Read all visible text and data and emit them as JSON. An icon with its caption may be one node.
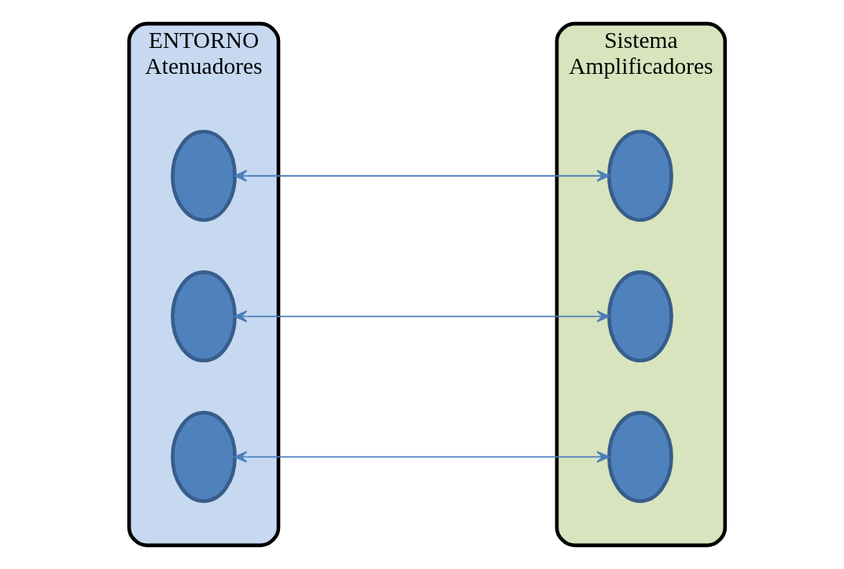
{
  "diagram": {
    "nodes": [
      {
        "text": [
          "ENTORNO",
          "Atenuadores"
        ]
      },
      {
        "text": [],
        "shape": "ellipse",
        "in": 0
      },
      {
        "text": [],
        "shape": "ellipse",
        "in": 0
      },
      {
        "text": [],
        "shape": "ellipse",
        "in": 0
      },
      {
        "text": [
          "Sistema",
          "Amplificadores"
        ]
      },
      {
        "text": [],
        "shape": "ellipse",
        "in": 4
      },
      {
        "text": [],
        "shape": "ellipse",
        "in": 4
      },
      {
        "text": [],
        "shape": "ellipse",
        "in": 4
      }
    ],
    "edges": [
      {
        "from": 1,
        "to": 5,
        "arrow": "both"
      },
      {
        "from": 2,
        "to": 6,
        "arrow": "both"
      },
      {
        "from": 3,
        "to": 7,
        "arrow": "both"
      }
    ]
  }
}
